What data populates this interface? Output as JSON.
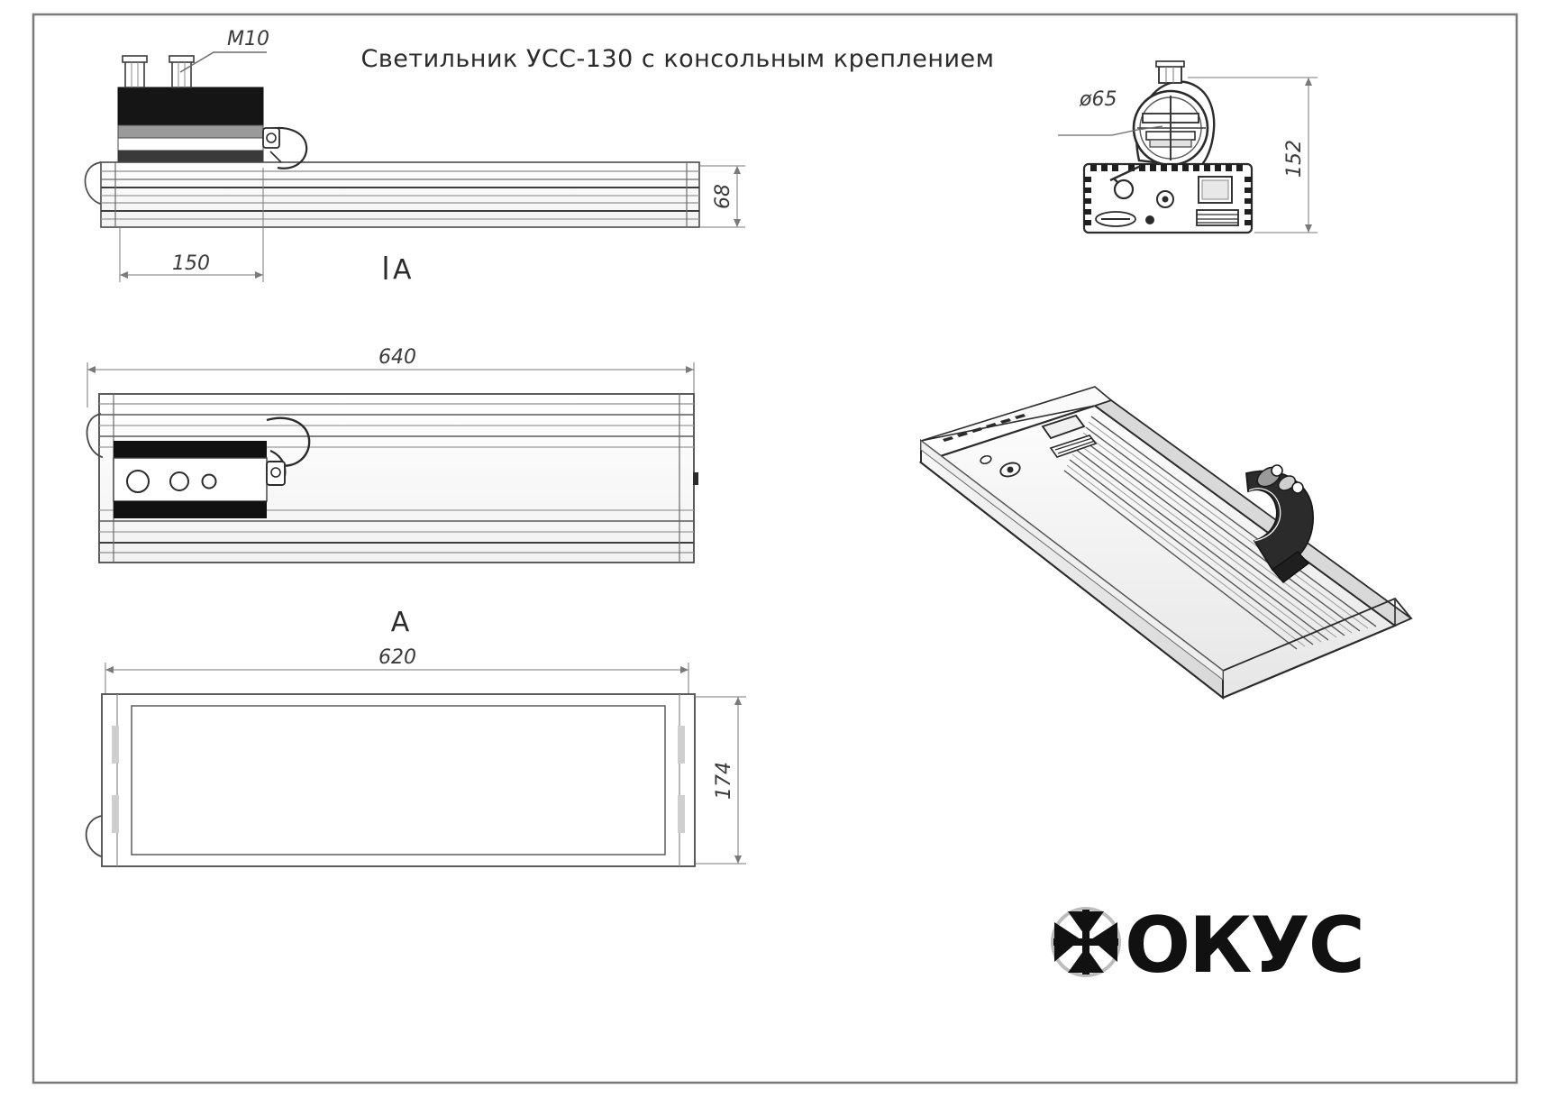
{
  "drawing": {
    "title": "Светильник УСС-130 с консольным креплением",
    "sheet_border": true,
    "units": "mm"
  },
  "views": {
    "top_left": {
      "name": "side-view-small",
      "labels": {
        "thread": "M10",
        "length_partial": "150",
        "height": "68",
        "section_mark": "A"
      }
    },
    "middle_left": {
      "name": "side-view-main",
      "labels": {
        "overall_length": "640"
      }
    },
    "bottom_left": {
      "name": "bottom-view",
      "labels": {
        "section_letter": "A",
        "length": "620",
        "width": "174"
      }
    },
    "top_right": {
      "name": "end-view",
      "labels": {
        "bracket_diameter": "ø65",
        "height": "152"
      }
    },
    "bottom_right": {
      "name": "isometric-view",
      "labels": {}
    }
  },
  "logo": {
    "mark": "focus-fan-icon",
    "text": "ОКУС"
  },
  "colors": {
    "line": "#4a4a4a",
    "line_dark": "#1a1a1a",
    "fill_body": "#ffffff",
    "fill_dark": "#111111",
    "fill_gray": "#cfcfcf",
    "text": "#2b2b2b",
    "border": "#6b6b6b"
  }
}
